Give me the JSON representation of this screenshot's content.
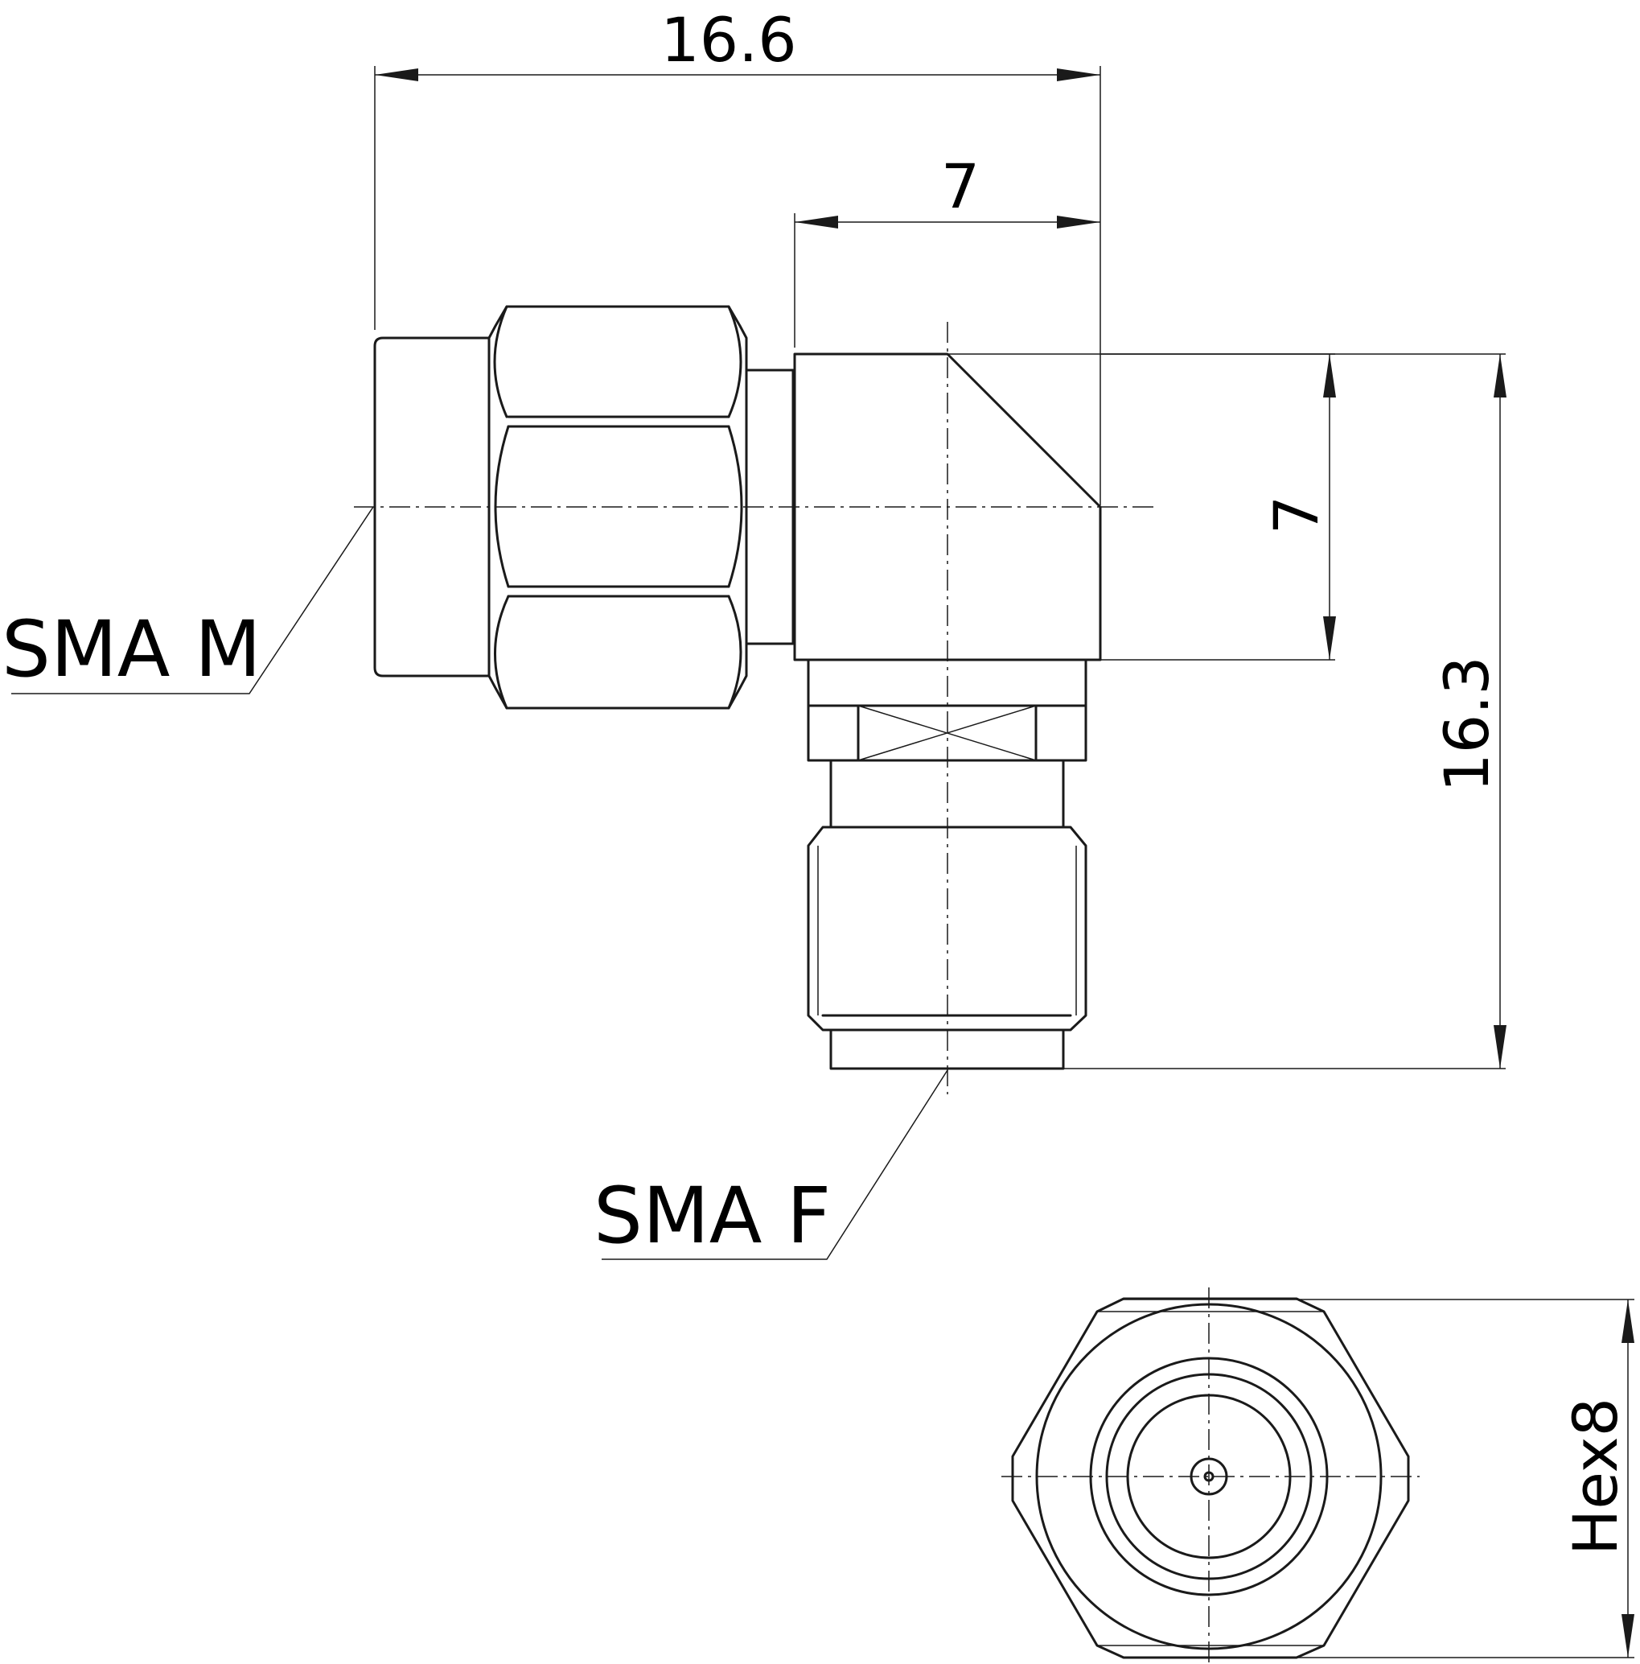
{
  "dimensions": {
    "overall_length": "16.6",
    "body_width": "7",
    "body_height": "7",
    "overall_height": "16.3",
    "hex_size": "Hex8"
  },
  "callouts": {
    "male_port": "SMA M",
    "female_port": "SMA F"
  }
}
